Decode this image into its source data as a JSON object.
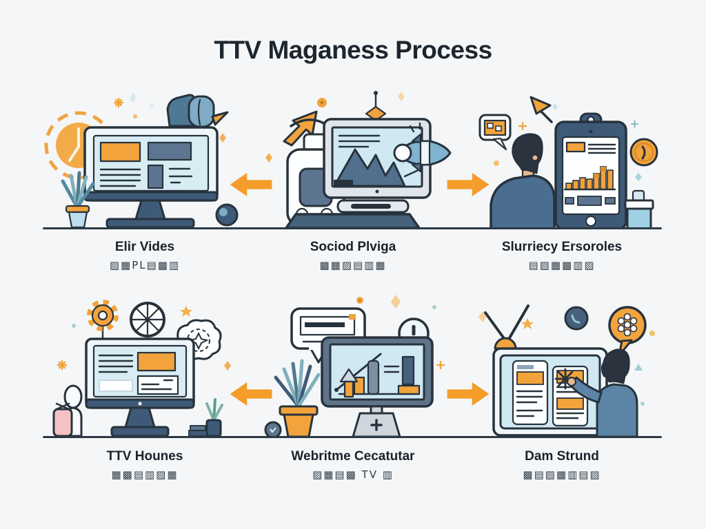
{
  "title": "TTV Maganess Process",
  "panels": [
    {
      "name": "elir-vides",
      "title": "Elir Vides",
      "subtitle": "▨▦PL▤▩▥"
    },
    {
      "name": "sociod-plviga",
      "title": "Sociod Plviga",
      "subtitle": "▩▦▨▤▥▦"
    },
    {
      "name": "slurriecy-ersoroles",
      "title": "Slurriecy Ersoroles",
      "subtitle": "▤▨▦▩▥▨"
    },
    {
      "name": "ttv-hounes",
      "title": "TTV Hounes",
      "subtitle": "▦▩▤▥▨▦"
    },
    {
      "name": "webritme-cecatutar",
      "title": "Webritme Cecatutar",
      "subtitle": "▨▦▤▩ TV ▥"
    },
    {
      "name": "dam-strund",
      "title": "Dam Strund",
      "subtitle": "▩▤▨▦▥▤▨"
    }
  ],
  "arrows": [
    {
      "row": 1,
      "direction": "left"
    },
    {
      "row": 1,
      "direction": "right"
    },
    {
      "row": 2,
      "direction": "left"
    },
    {
      "row": 2,
      "direction": "right"
    }
  ],
  "colors": {
    "accent_orange": "#F2A33C",
    "arrow_orange": "#F49D2B",
    "navy": "#3E5A78",
    "screen_blue": "#D8ECF4",
    "outline": "#27323C",
    "background": "#F4F6F7"
  }
}
